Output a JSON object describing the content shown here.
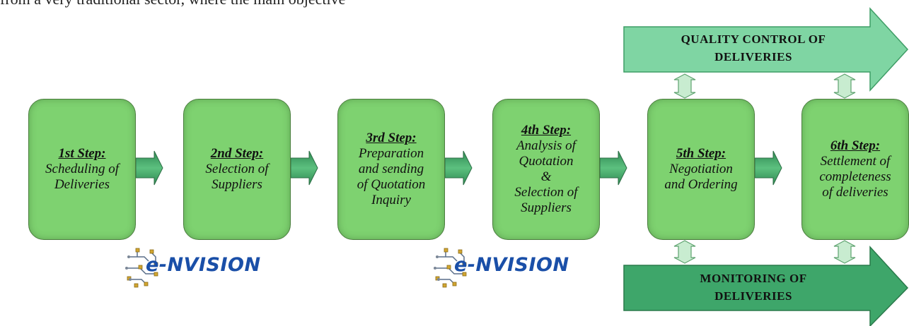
{
  "header_text": "from a very traditional sector, where the main objective",
  "steps": [
    {
      "title": "1st Step:",
      "lines": [
        "Scheduling of",
        "Deliveries"
      ]
    },
    {
      "title": "2nd Step:",
      "lines": [
        "Selection of",
        "Suppliers"
      ]
    },
    {
      "title": "3rd Step:",
      "lines": [
        "Preparation",
        "and sending",
        "of Quotation",
        "Inquiry"
      ]
    },
    {
      "title": "4th Step:",
      "lines": [
        "Analysis of",
        "Quotation",
        "&",
        "Selection of",
        "Suppliers"
      ]
    },
    {
      "title": "5th Step:",
      "lines": [
        "Negotiation",
        "and Ordering"
      ]
    },
    {
      "title": "6th Step:",
      "lines": [
        "Settlement of",
        "completeness",
        "of deliveries"
      ]
    }
  ],
  "quality_banner": {
    "line1": "QUALITY CONTROL OF",
    "line2": "DELIVERIES"
  },
  "monitoring_banner": {
    "line1": "MONITORING OF",
    "line2": "DELIVERIES"
  },
  "logos": [
    {
      "text": "e-NVISION",
      "icon": "circuit-icon"
    },
    {
      "text": "e-NVISION",
      "icon": "circuit-icon"
    }
  ],
  "colors": {
    "step_fill": "#7ed270",
    "step_border": "#4a7d3e",
    "connector": "#3c9a5e",
    "quality_banner": "#7fd5a3",
    "monitoring_banner": "#3ea66a",
    "logo_text": "#1a4fa8",
    "double_arrow": "#c8ecd0"
  }
}
